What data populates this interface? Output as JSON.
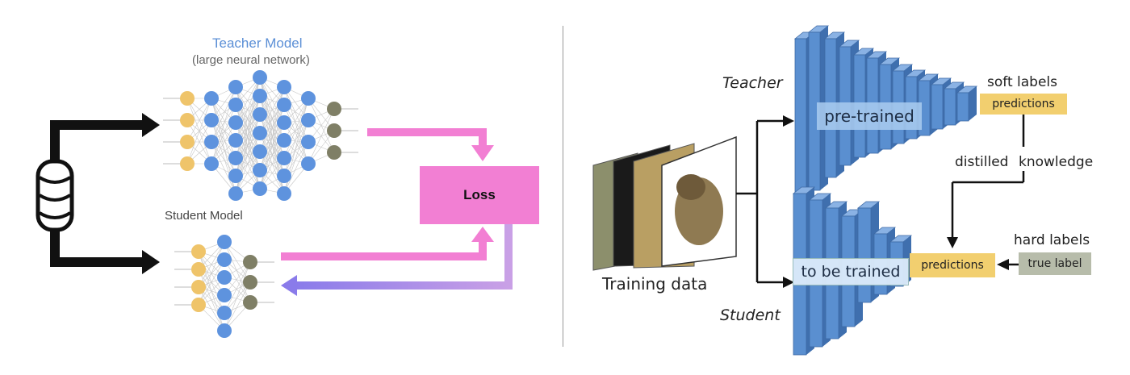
{
  "left": {
    "teacher_title": "Teacher Model",
    "teacher_subtitle": "(large neural network)",
    "student_title": "Student Model",
    "loss_label": "Loss"
  },
  "right": {
    "teacher_label": "Teacher",
    "student_label": "Student",
    "training_data_label": "Training data",
    "pretrained_label": "pre-trained",
    "to_be_trained_label": "to be trained",
    "soft_labels": "soft labels",
    "teacher_predictions": "predictions",
    "distilled": "distilled",
    "knowledge": "knowledge",
    "hard_labels": "hard labels",
    "student_predictions": "predictions",
    "true_label": "true label"
  },
  "colors": {
    "input_node": "#efc46a",
    "hidden_node": "#5e93de",
    "output_node": "#7f7f66",
    "loss_fill": "#f27fd3",
    "arrow_pink": "#f27fd3",
    "arrow_return": "#a98ce6",
    "cnn_blue": "#5a8fd0",
    "prediction_fill": "#f2cf6f",
    "true_label_fill": "#b7bcaa"
  }
}
